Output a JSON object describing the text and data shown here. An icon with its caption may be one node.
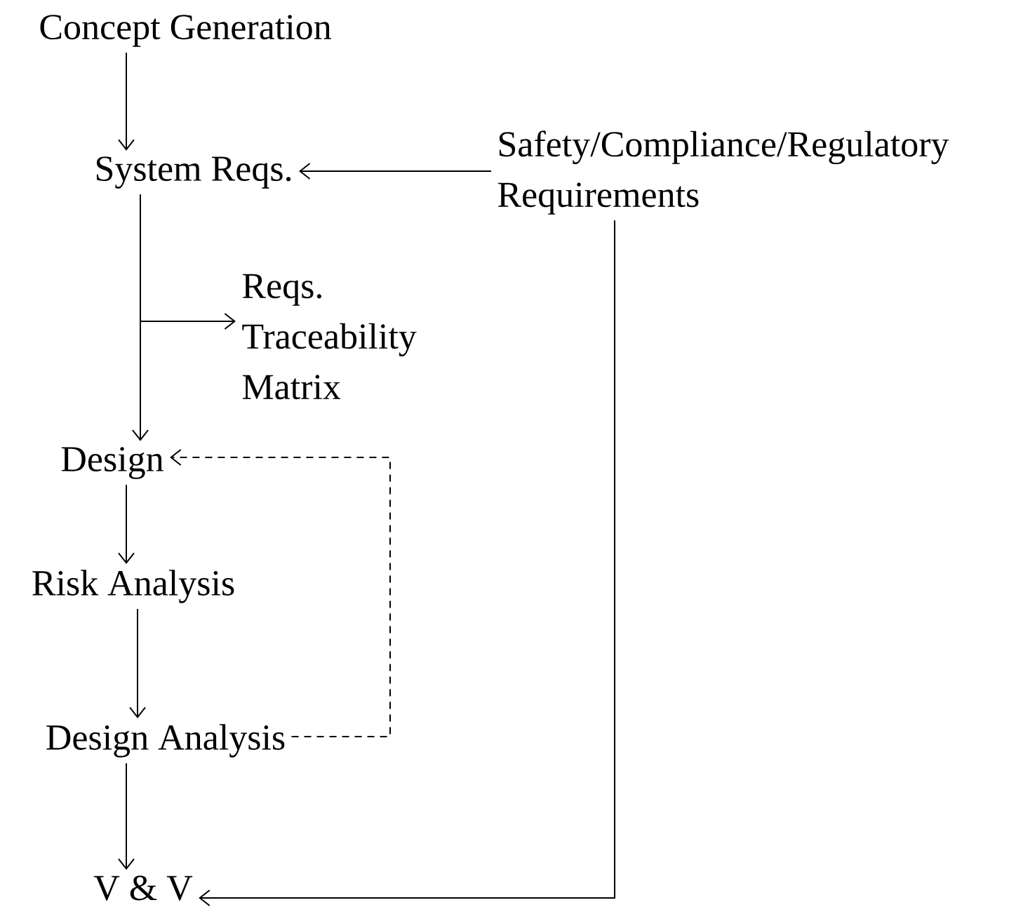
{
  "diagram": {
    "nodes": [
      {
        "text": [
          "Concept Generation"
        ]
      },
      {
        "text": [
          "System Reqs."
        ]
      },
      {
        "text": [
          "Safety/Compliance/Regulatory Requirements"
        ]
      },
      {
        "text": [
          "Reqs. Traceability Matrix"
        ]
      },
      {
        "text": [
          "Design"
        ]
      },
      {
        "text": [
          "Risk Analysis"
        ]
      },
      {
        "text": [
          "Design Analysis"
        ]
      },
      {
        "text": [
          "V & V"
        ]
      }
    ],
    "edges": [
      {
        "from": 0,
        "to": 1,
        "arrow": "to"
      },
      {
        "from": 2,
        "to": 1,
        "arrow": "to"
      },
      {
        "from": 1,
        "to": 4,
        "arrow": "to"
      },
      {
        "from": 1,
        "to": 3,
        "arrow": "to"
      },
      {
        "from": 4,
        "to": 5,
        "arrow": "to"
      },
      {
        "from": 5,
        "to": 6,
        "arrow": "to"
      },
      {
        "from": 6,
        "to": 4,
        "arrow": "to",
        "style": "dashed"
      },
      {
        "from": 6,
        "to": 7,
        "arrow": "to"
      },
      {
        "from": 2,
        "to": 7,
        "arrow": "to"
      }
    ]
  }
}
